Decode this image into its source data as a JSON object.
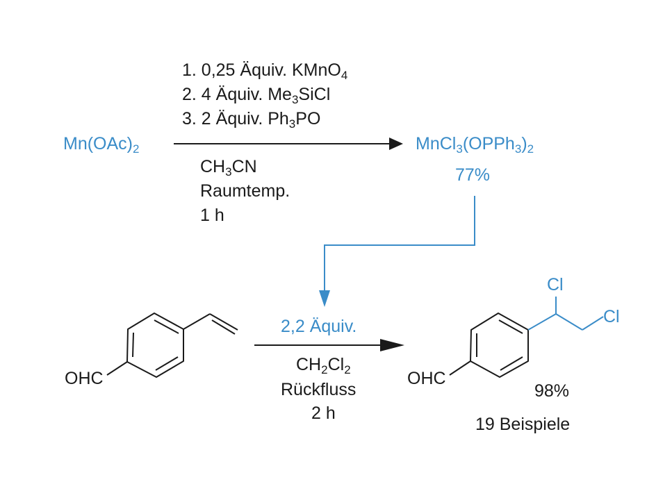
{
  "colors": {
    "ink": "#1a1a1a",
    "accent": "#3a8cc8"
  },
  "step1": {
    "reactant": {
      "text": "Mn(OAc)",
      "sub": "2"
    },
    "reagent1": {
      "text": "1. 0,25 Äquiv. KMnO",
      "sub": "4"
    },
    "reagent2": {
      "text": "2. 4 Äquiv. Me",
      "sub": "3",
      "rest": "SiCl"
    },
    "reagent3": {
      "text": "3. 2 Äquiv. Ph",
      "sub": "3",
      "rest": "PO"
    },
    "solvent": {
      "text": "CH",
      "sub": "3",
      "rest": "CN"
    },
    "temperature": "Raumtemp.",
    "time": "1 h",
    "product": {
      "a": "MnCl",
      "sub1": "3",
      "b": "(OPPh",
      "sub2": "3",
      "c": ")",
      "sub3": "2"
    },
    "yield": "77%"
  },
  "step2": {
    "reactant_label": "OHC",
    "equivalents": "2,2 Äquiv.",
    "solvent": {
      "text": "CH",
      "sub1": "2",
      "mid": "Cl",
      "sub2": "2"
    },
    "conditions": "Rückfluss",
    "time": "2 h",
    "product_label": "OHC",
    "chlorine1": "Cl",
    "chlorine2": "Cl",
    "yield": "98%",
    "examples": "19 Beispiele"
  }
}
